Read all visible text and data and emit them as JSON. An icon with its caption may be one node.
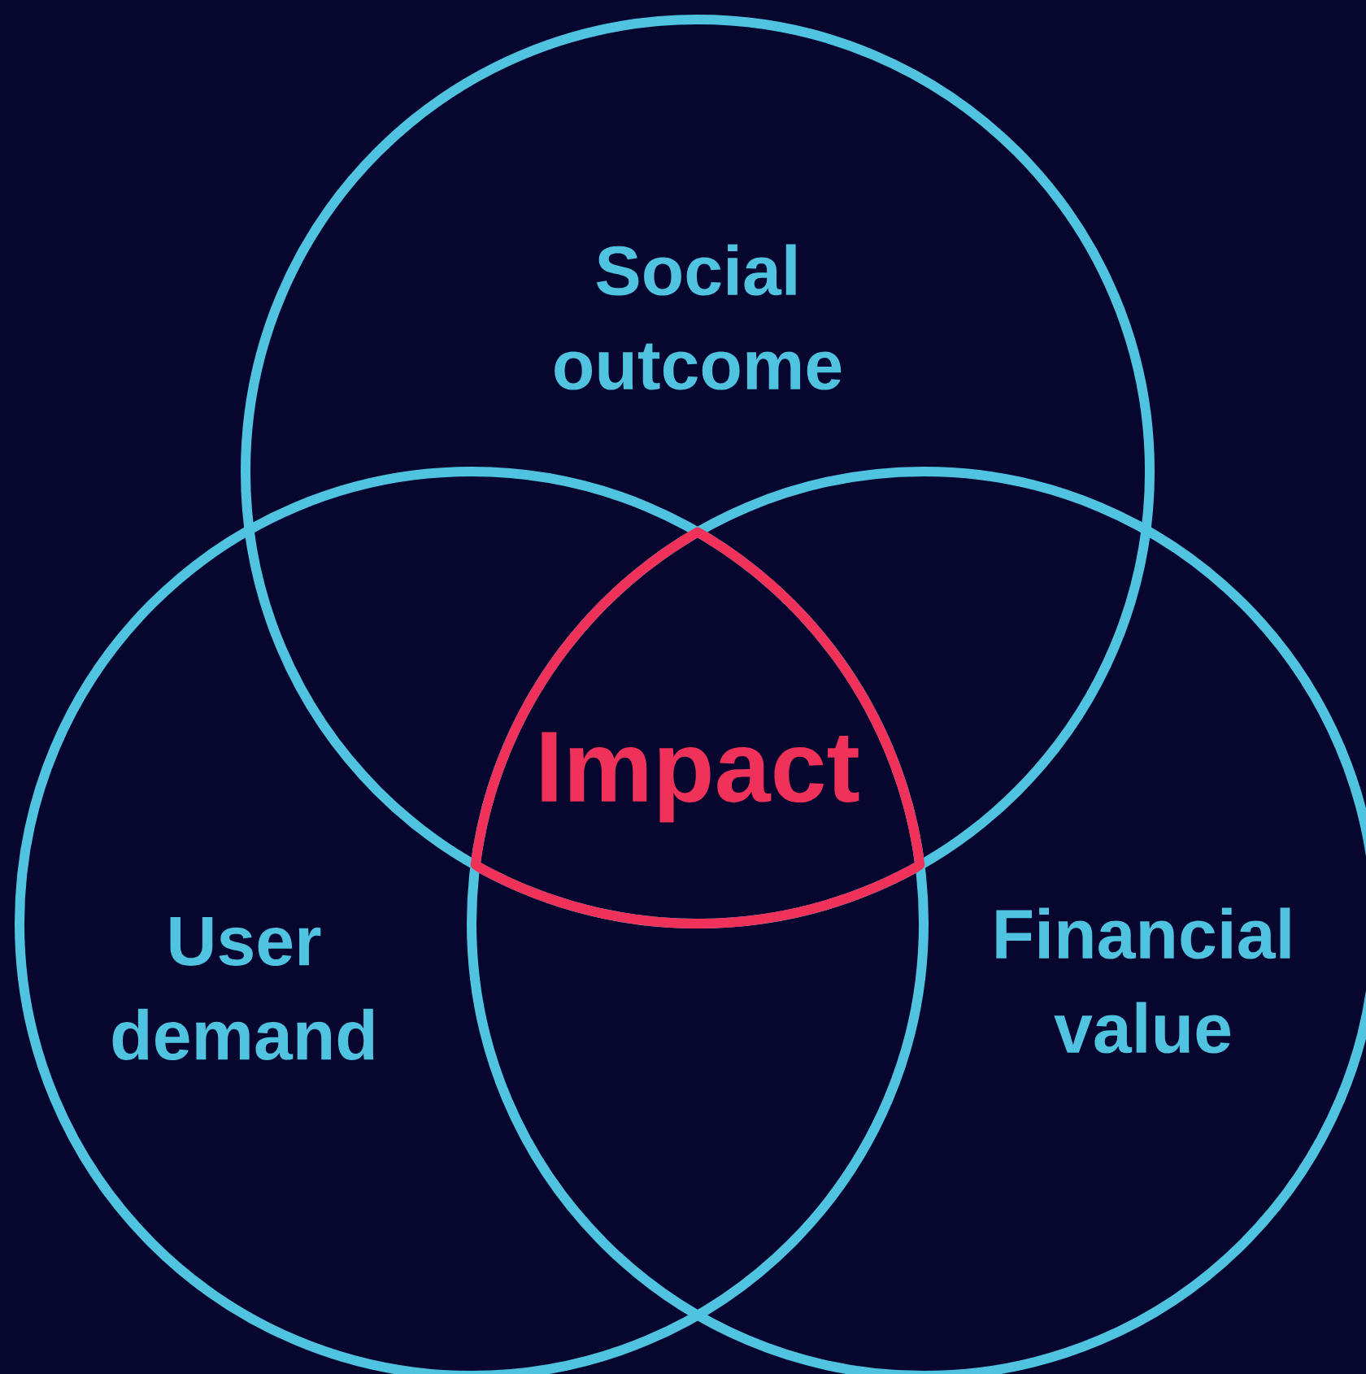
{
  "diagram": {
    "nodes": [
      {
        "text": [
          "Social outcome"
        ]
      },
      {
        "text": [
          "Impact"
        ]
      },
      {
        "text": [
          "User demand"
        ]
      },
      {
        "text": [
          "Financial value"
        ]
      }
    ]
  }
}
